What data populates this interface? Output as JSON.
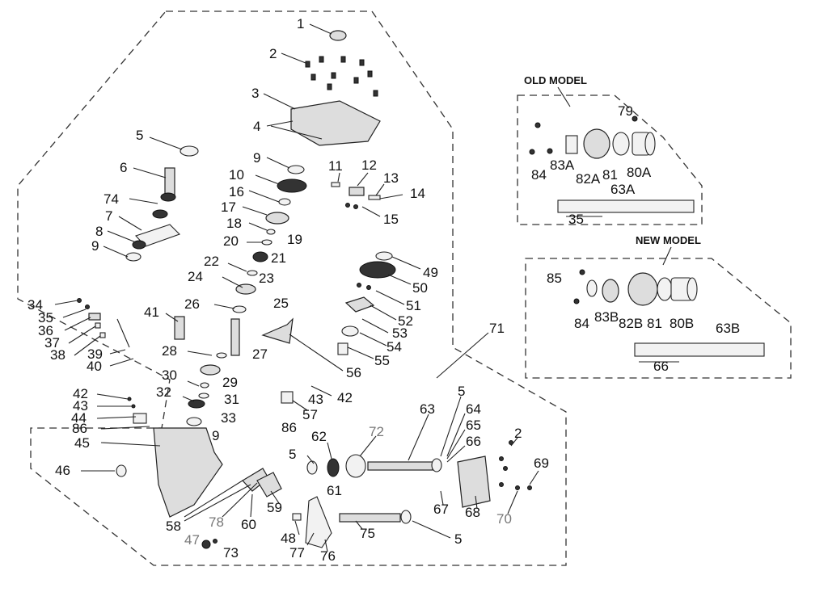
{
  "inset_old": {
    "title": "OLD MODEL",
    "labels": [
      "79",
      "84",
      "83A",
      "82A",
      "81",
      "80A",
      "63A",
      "35"
    ]
  },
  "inset_new": {
    "title": "NEW MODEL",
    "labels": [
      "85",
      "84",
      "83B",
      "82B",
      "81",
      "80B",
      "63B",
      "66"
    ]
  },
  "callouts": [
    "1",
    "2",
    "3",
    "4",
    "5",
    "6",
    "74",
    "7",
    "8",
    "9",
    "9",
    "10",
    "16",
    "17",
    "18",
    "19",
    "20",
    "21",
    "22",
    "23",
    "24",
    "25",
    "26",
    "27",
    "28",
    "29",
    "30",
    "31",
    "32",
    "33",
    "9",
    "11",
    "12",
    "13",
    "14",
    "15",
    "49",
    "50",
    "51",
    "52",
    "53",
    "54",
    "55",
    "56",
    "34",
    "35",
    "36",
    "37",
    "38",
    "39",
    "40",
    "41",
    "42",
    "43",
    "44",
    "86",
    "45",
    "46",
    "42",
    "43",
    "86",
    "57",
    "5",
    "62",
    "72",
    "61",
    "63",
    "5",
    "64",
    "65",
    "66",
    "67",
    "68",
    "2",
    "69",
    "70",
    "71",
    "58",
    "78",
    "59",
    "60",
    "48",
    "77",
    "76",
    "75",
    "5",
    "47",
    "73"
  ]
}
